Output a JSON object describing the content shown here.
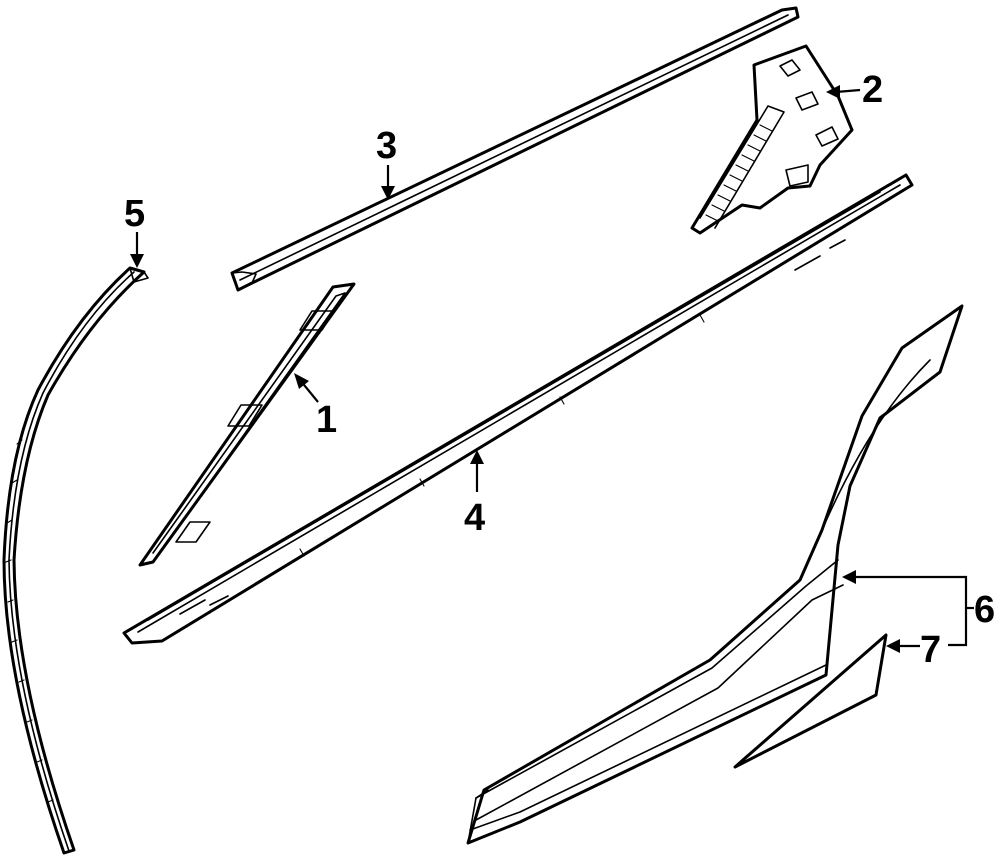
{
  "diagram": {
    "callouts": [
      {
        "id": "1",
        "label": "1"
      },
      {
        "id": "2",
        "label": "2"
      },
      {
        "id": "3",
        "label": "3"
      },
      {
        "id": "4",
        "label": "4"
      },
      {
        "id": "5",
        "label": "5"
      },
      {
        "id": "6",
        "label": "6"
      },
      {
        "id": "7",
        "label": "7"
      }
    ],
    "colors": {
      "line": "#000000",
      "background": "#ffffff"
    }
  }
}
